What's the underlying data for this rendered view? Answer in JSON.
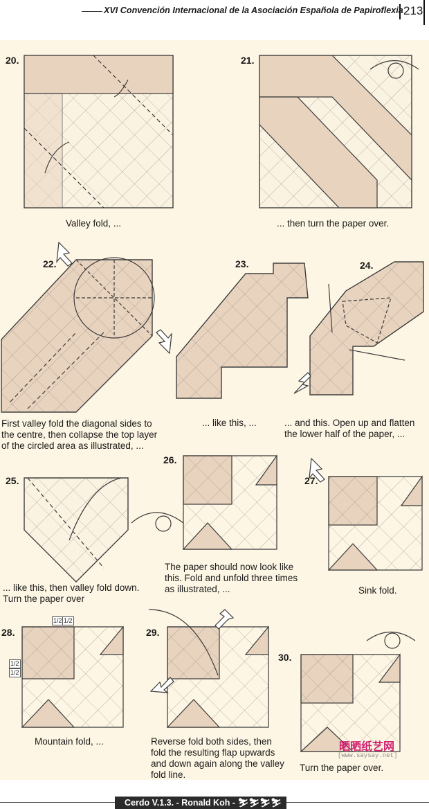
{
  "header": {
    "title": "XVI Convención Internacional de la Asociación Española de Papiroflexia",
    "page_number": "213"
  },
  "steps": [
    {
      "number": "20.",
      "caption": "Valley fold, ..."
    },
    {
      "number": "21.",
      "caption": "... then turn the paper over."
    },
    {
      "number": "22.",
      "caption": "First valley fold the diagonal sides to the centre, then collapse the top layer of the circled area as illustrated, ..."
    },
    {
      "number": "23.",
      "caption": "... like this, ..."
    },
    {
      "number": "24.",
      "caption": "... and this. Open up and flatten the lower half of the paper, ..."
    },
    {
      "number": "25.",
      "caption": "... like this, then valley fold down. Turn the paper over"
    },
    {
      "number": "26.",
      "caption": "The paper should now look like this. Fold and unfold three times as illustrated, ..."
    },
    {
      "number": "27.",
      "caption": "Sink fold."
    },
    {
      "number": "28.",
      "caption": "Mountain fold, ..."
    },
    {
      "number": "29.",
      "caption": "Reverse fold both sides, then fold the resulting flap upwards and down again along the valley fold line."
    },
    {
      "number": "30.",
      "caption": "Turn the paper over."
    }
  ],
  "labels": {
    "half": "1/2"
  },
  "watermark": {
    "text": "晒晒纸艺网",
    "url": "[www.saysay.net]"
  },
  "footer": {
    "credit": "Cerdo V.1.3. - Ronald Koh -",
    "rating": "⛷⛷⛷⛷"
  },
  "colors": {
    "paper": "#e8d3bf",
    "background": "#fdf6e4",
    "line": "#3a3a3a"
  }
}
